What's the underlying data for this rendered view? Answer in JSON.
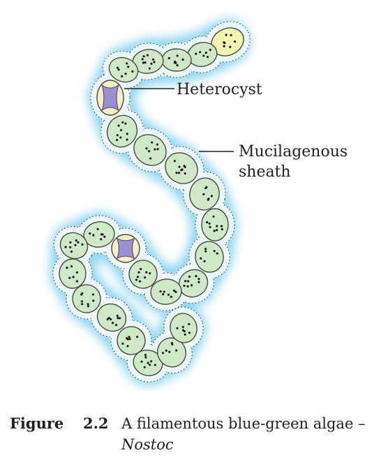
{
  "figure": {
    "label": "Figure",
    "number": "2.2",
    "caption_text": "A filamentous blue-green algae –",
    "caption_italic": "Nostoc"
  },
  "labels": {
    "heterocyst": "Heterocyst",
    "sheath_line1": "Mucilagenous",
    "sheath_line2": "sheath"
  },
  "colors": {
    "cell_fill": "#cfe8c8",
    "cell_stroke": "#4a4a3a",
    "terminal_cell_fill": "#f1f3b0",
    "heterocyst_fill": "#f4f0c2",
    "heterocyst_core": "#9a8fcf",
    "sheath_glow": "#7fd0ef",
    "dots": "#1a1a1a"
  }
}
